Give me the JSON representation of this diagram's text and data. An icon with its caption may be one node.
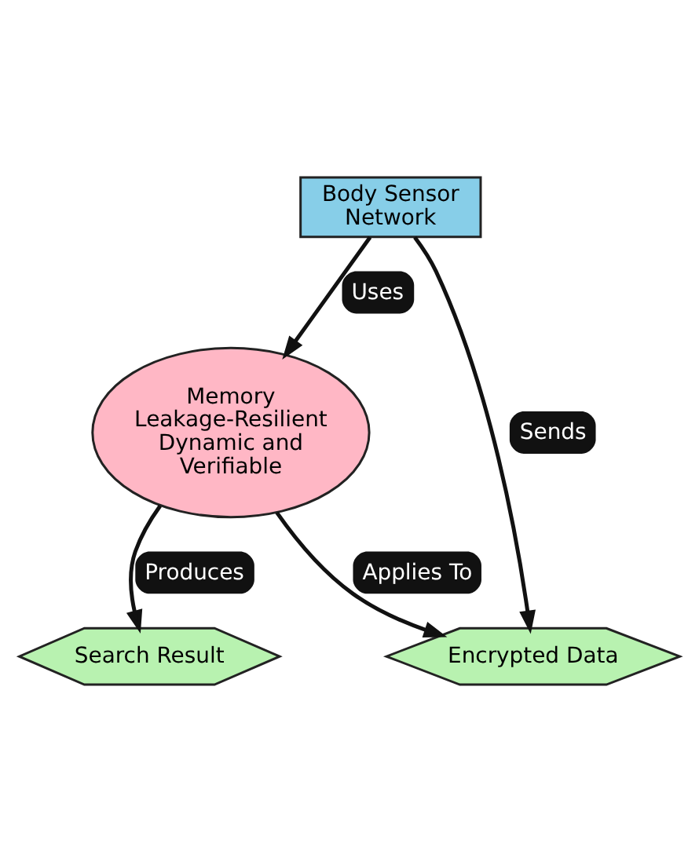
{
  "diagram": {
    "nodes": [
      {
        "text": [
          "Body Sensor Network"
        ]
      },
      {
        "text": [
          "Memory Leakage-Resilient Dynamic and Verifiable"
        ]
      },
      {
        "text": [
          "Encrypted Data"
        ]
      },
      {
        "text": [
          "Search Result"
        ]
      }
    ],
    "edges": [
      {
        "from": 0,
        "to": 2,
        "arrow": "to",
        "label": "Sends"
      },
      {
        "from": 0,
        "to": 1,
        "arrow": "to",
        "label": "Uses"
      },
      {
        "from": 1,
        "to": 2,
        "arrow": "to",
        "label": "Applies To"
      },
      {
        "from": 1,
        "to": 3,
        "arrow": "to",
        "label": "Produces"
      }
    ]
  }
}
